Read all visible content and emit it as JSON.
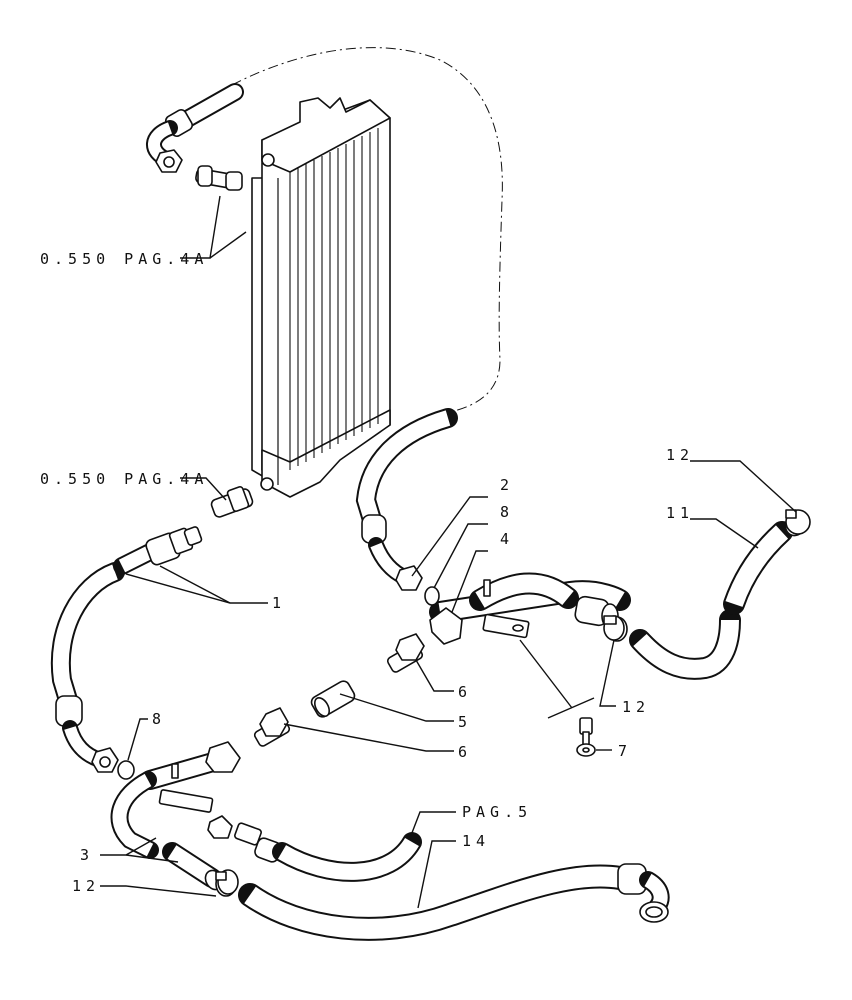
{
  "references": {
    "upper": "0.550 PAG.4A",
    "lower": "0.550 PAG.4A",
    "page5": "PAG.5"
  },
  "callouts": {
    "c1": "1",
    "c2": "2",
    "c3": "3",
    "c4": "4",
    "c5": "5",
    "c6a": "6",
    "c6b": "6",
    "c7": "7",
    "c8a": "8",
    "c8b": "8",
    "c11": "11",
    "c12a": "12",
    "c12b": "12",
    "c12c": "12",
    "c14": "14"
  }
}
